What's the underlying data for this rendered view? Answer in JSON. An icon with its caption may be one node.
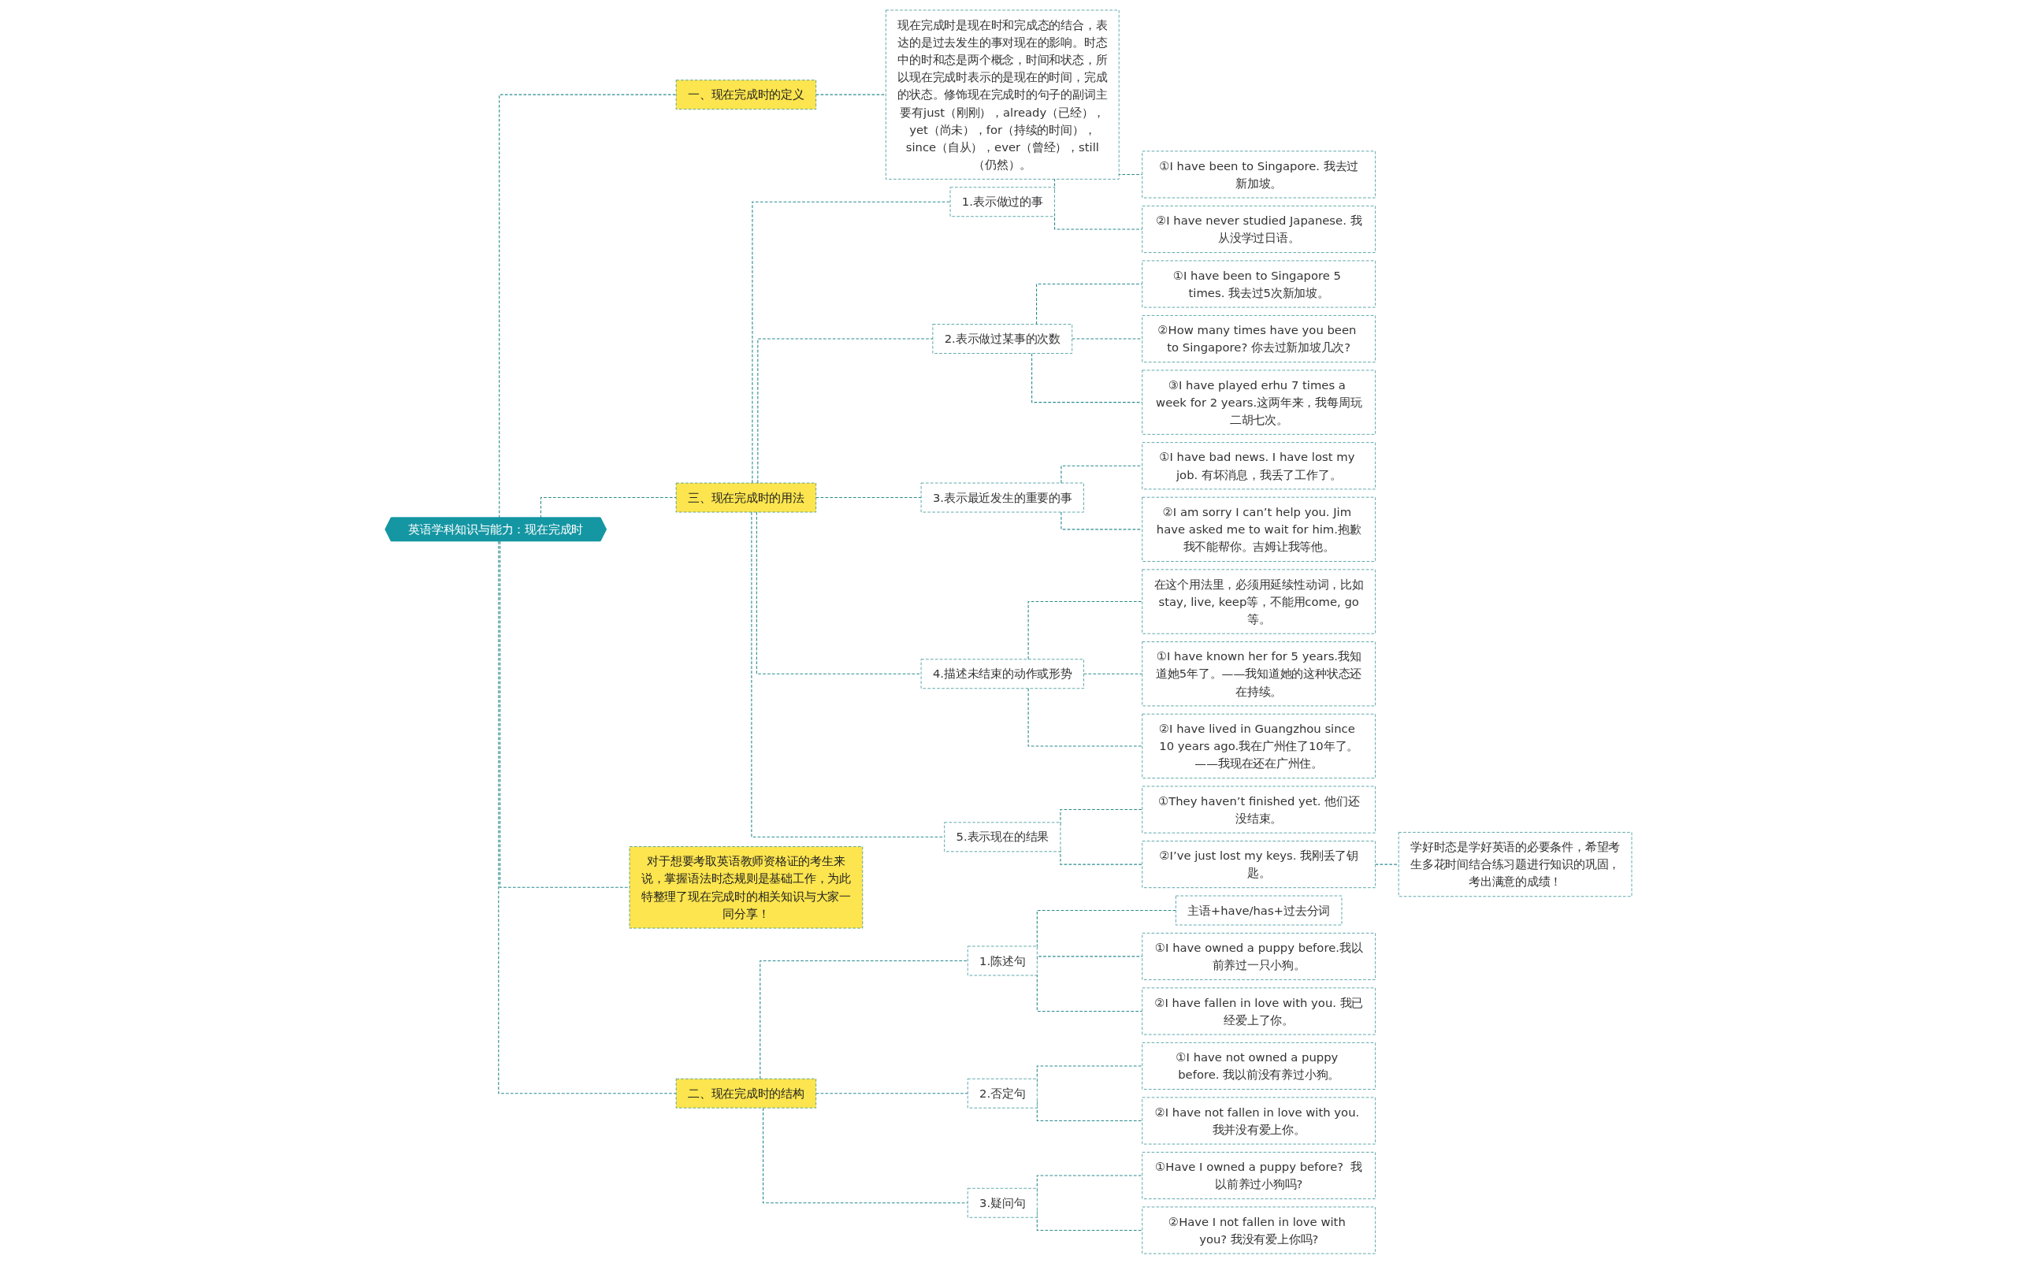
{
  "diagram": {
    "nodes": [
      {
        "text": [
          "英语学科知识与能力：现在完成时"
        ]
      },
      {
        "text": [
          "一、现在完成时的定义"
        ]
      },
      {
        "text": [
          "现在完成时是现在时和完成态的结合，表达的是过去发生的事对现在的影响。时态中的时和态是两个概念，时间和状态，所以现在完成时表示的是现在的时间，完成的状态。修饰现在完成时的句子的副词主要有just（刚刚），already（已经），yet（尚未），for（持续的时间），since（自从），ever（曾经），still（仍然）。"
        ]
      },
      {
        "text": [
          "三、现在完成时的用法"
        ]
      },
      {
        "text": [
          "1.表示做过的事"
        ]
      },
      {
        "text": [
          "①I have been to Singapore. 我去过新加坡。"
        ]
      },
      {
        "text": [
          "②I have never studied Japanese. 我从没学过日语。"
        ]
      },
      {
        "text": [
          "2.表示做过某事的次数"
        ]
      },
      {
        "text": [
          "①I have been to Singapore 5 times. 我去过5次新加坡。"
        ]
      },
      {
        "text": [
          "②How many times have you been to Singapore? 你去过新加坡几次?"
        ]
      },
      {
        "text": [
          "③I have played erhu 7 times a week for 2 years.这两年来，我每周玩二胡七次。"
        ]
      },
      {
        "text": [
          "3.表示最近发生的重要的事"
        ]
      },
      {
        "text": [
          "①I have bad news. I have lost my job. 有坏消息，我丢了工作了。"
        ]
      },
      {
        "text": [
          "②I am sorry I can’t help you. Jim have asked me to wait for him.抱歉我不能帮你。吉姆让我等他。"
        ]
      },
      {
        "text": [
          "4.描述未结束的动作或形势"
        ]
      },
      {
        "text": [
          "在这个用法里，必须用延续性动词，比如stay, live, keep等，不能用come, go等。"
        ]
      },
      {
        "text": [
          "①I have known her for 5 years.我知道她5年了。——我知道她的这种状态还在持续。"
        ]
      },
      {
        "text": [
          "②I have lived in Guangzhou since 10 years ago.我在广州住了10年了。——我现在还在广州住。"
        ]
      },
      {
        "text": [
          "5.表示现在的结果"
        ]
      },
      {
        "text": [
          "①They haven’t finished yet. 他们还没结束。"
        ]
      },
      {
        "text": [
          "②I’ve just lost my keys. 我刚丢了钥匙。"
        ]
      },
      {
        "text": [
          "学好时态是学好英语的必要条件，希望考生多花时间结合练习题进行知识的巩固，考出满意的成绩！"
        ]
      },
      {
        "text": [
          "对于想要考取英语教师资格证的考生来说，掌握语法时态规则是基础工作，为此特整理了现在完成时的相关知识与大家一同分享！"
        ]
      },
      {
        "text": [
          "二、现在完成时的结构"
        ]
      },
      {
        "text": [
          "1.陈述句"
        ]
      },
      {
        "text": [
          "主语+have/has+过去分词"
        ]
      },
      {
        "text": [
          "①I have owned a puppy before.我以前养过一只小狗。"
        ]
      },
      {
        "text": [
          "②I have fallen in love with you. 我已经爱上了你。"
        ]
      },
      {
        "text": [
          "2.否定句"
        ]
      },
      {
        "text": [
          "①I have not owned a puppy before. 我以前没有养过小狗。"
        ]
      },
      {
        "text": [
          "②I have not fallen in love with you. 我并没有爱上你。"
        ]
      },
      {
        "text": [
          "3.疑问句"
        ]
      },
      {
        "text": [
          "①Have I owned a puppy before?  我以前养过小狗吗?"
        ]
      },
      {
        "text": [
          "②Have I not fallen in love with you? 我没有爱上你吗?"
        ]
      }
    ],
    "edges": [
      {
        "from": 0,
        "to": 1,
        "arrow": "none"
      },
      {
        "from": 1,
        "to": 2,
        "arrow": "none"
      },
      {
        "from": 0,
        "to": 3,
        "arrow": "none"
      },
      {
        "from": 3,
        "to": 4,
        "arrow": "none"
      },
      {
        "from": 4,
        "to": 5,
        "arrow": "none"
      },
      {
        "from": 4,
        "to": 6,
        "arrow": "none"
      },
      {
        "from": 3,
        "to": 7,
        "arrow": "none"
      },
      {
        "from": 7,
        "to": 8,
        "arrow": "none"
      },
      {
        "from": 7,
        "to": 9,
        "arrow": "none"
      },
      {
        "from": 7,
        "to": 10,
        "arrow": "none"
      },
      {
        "from": 3,
        "to": 11,
        "arrow": "none"
      },
      {
        "from": 11,
        "to": 12,
        "arrow": "none"
      },
      {
        "from": 11,
        "to": 13,
        "arrow": "none"
      },
      {
        "from": 3,
        "to": 14,
        "arrow": "none"
      },
      {
        "from": 14,
        "to": 15,
        "arrow": "none"
      },
      {
        "from": 14,
        "to": 16,
        "arrow": "none"
      },
      {
        "from": 14,
        "to": 17,
        "arrow": "none"
      },
      {
        "from": 3,
        "to": 18,
        "arrow": "none"
      },
      {
        "from": 18,
        "to": 19,
        "arrow": "none"
      },
      {
        "from": 18,
        "to": 20,
        "arrow": "none"
      },
      {
        "from": 20,
        "to": 21,
        "arrow": "none"
      },
      {
        "from": 0,
        "to": 22,
        "arrow": "none"
      },
      {
        "from": 0,
        "to": 23,
        "arrow": "none"
      },
      {
        "from": 23,
        "to": 24,
        "arrow": "none"
      },
      {
        "from": 24,
        "to": 25,
        "arrow": "none"
      },
      {
        "from": 24,
        "to": 26,
        "arrow": "none"
      },
      {
        "from": 24,
        "to": 27,
        "arrow": "none"
      },
      {
        "from": 23,
        "to": 28,
        "arrow": "none"
      },
      {
        "from": 28,
        "to": 29,
        "arrow": "none"
      },
      {
        "from": 28,
        "to": 30,
        "arrow": "none"
      },
      {
        "from": 23,
        "to": 31,
        "arrow": "none"
      },
      {
        "from": 31,
        "to": 32,
        "arrow": "none"
      },
      {
        "from": 31,
        "to": 33,
        "arrow": "none"
      }
    ]
  }
}
